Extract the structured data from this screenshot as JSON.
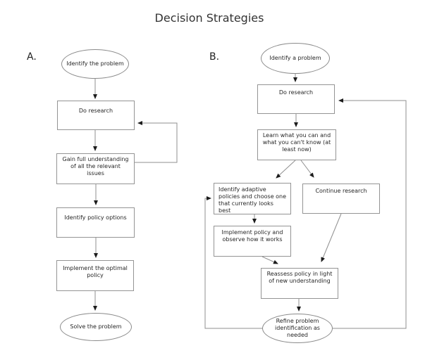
{
  "title": "Decision Strategies",
  "panel_a": {
    "label": "A.",
    "nodes": {
      "identify_problem": "Identify the problem",
      "do_research": "Do research",
      "gain_understanding": "Gain full understanding\nof all the relevant\nissues",
      "identify_policy_options": "Identify policy options",
      "implement_optimal_policy": "Implement the optimal\npolicy",
      "solve_problem": "Solve the problem"
    }
  },
  "panel_b": {
    "label": "B.",
    "nodes": {
      "identify_problem": "Identify a problem",
      "do_research": "Do research",
      "learn_what_you_can": "Learn what you can and\nwhat you can't know (at\nleast now)",
      "adaptive_policies": "Identify adaptive\npolicies and choose one\nthat currently looks\nbest",
      "continue_research": "Continue research",
      "implement_policy": "Implement policy and\nobserve how it works",
      "reassess_policy": "Reassess policy in light\nof new understanding",
      "refine_problem": "Refine problem\nidentification as\nneeded"
    }
  },
  "colors": {
    "background": "#ffffff",
    "line": "#8f8f8f",
    "arrowhead": "#1c1c1c",
    "node_border": "#949494",
    "text": "#262626"
  }
}
